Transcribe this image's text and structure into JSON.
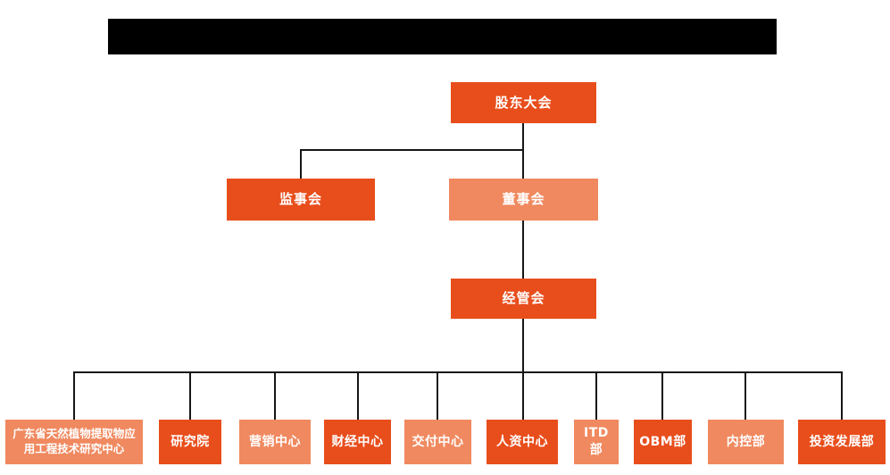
{
  "colors": {
    "background": "#ffffff",
    "node_primary": "#e84e1c",
    "node_secondary": "#f0895f",
    "node_text": "#ffffff",
    "connector": "#161616",
    "redaction": "#000000"
  },
  "org_chart": {
    "type": "org-tree",
    "level1": {
      "label": "股东大会"
    },
    "level2": {
      "supervisory_board": {
        "label": "监事会"
      },
      "board_of_directors": {
        "label": "董事会"
      }
    },
    "level3": {
      "label": "经管会"
    },
    "departments": [
      {
        "label": "广东省天然植物提取物应用工程技术研究中心"
      },
      {
        "label": "研究院"
      },
      {
        "label": "营销中心"
      },
      {
        "label": "财经中心"
      },
      {
        "label": "交付中心"
      },
      {
        "label": "人资中心"
      },
      {
        "label": "ITD部"
      },
      {
        "label": "OBM部"
      },
      {
        "label": "内控部"
      },
      {
        "label": "投资发展部"
      }
    ]
  }
}
